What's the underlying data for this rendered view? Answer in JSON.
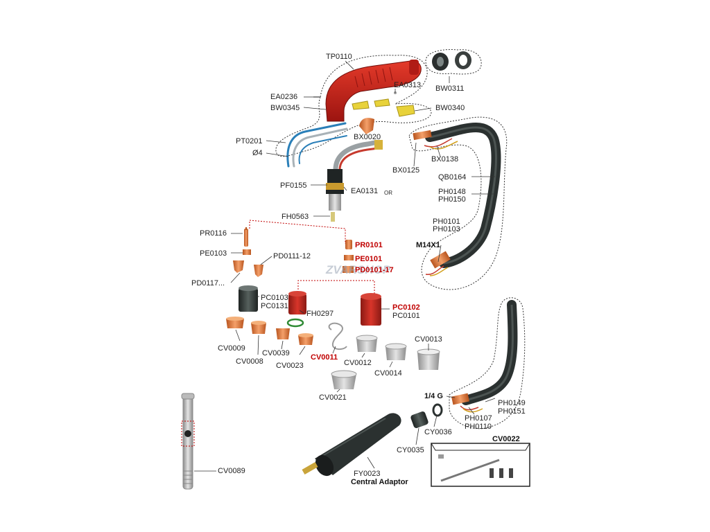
{
  "labels": {
    "tp0110": "TP0110",
    "ea0236": "EA0236",
    "bw0345": "BW0345",
    "ea0313": "EA0313",
    "bw0311": "BW0311",
    "bw0340": "BW0340",
    "pt0201": "PT0201",
    "d4": "Ø4",
    "bx0020": "BX0020",
    "bx0125": "BX0125",
    "bx0138": "BX0138",
    "qb0164": "QB0164",
    "ph0148": "PH0148",
    "ph0150": "PH0150",
    "pf0155": "PF0155",
    "ea0131": "EA0131",
    "ea0131_or": "OR",
    "fh0563": "FH0563",
    "pr0116": "PR0116",
    "pe0103": "PE0103",
    "pd0111": "PD0111-12",
    "pd0117": "PD0117...",
    "pr0101": "PR0101",
    "pe0101": "PE0101",
    "pd0101": "PD0101-17",
    "ph0101": "PH0101",
    "ph0103": "PH0103",
    "m14x1": "M14X1",
    "pc0103": "PC0103",
    "pc0131": "PC0131",
    "fh0297": "FH0297",
    "pc0102": "PC0102",
    "pc0101": "PC0101",
    "cv0009": "CV0009",
    "cv0008": "CV0008",
    "cv0039": "CV0039",
    "cv0023": "CV0023",
    "cv0011": "CV0011",
    "cv0012": "CV0012",
    "cv0014": "CV0014",
    "cv0013": "CV0013",
    "cv0021": "CV0021",
    "g14": "1/4 G",
    "ph0149": "PH0149",
    "ph0151": "PH0151",
    "ph0107": "PH0107",
    "ph0110": "PH0110",
    "cy0036": "CY0036",
    "cy0035": "CY0035",
    "cv0022": "CV0022",
    "cv0089": "CV0089",
    "fy0023": "FY0023",
    "central_adaptor": "Central Adaptor"
  },
  "watermark": "ZVARSHOP",
  "colors": {
    "handle_red": "#c8201c",
    "copper": "#e07a3a",
    "yellow_part": "#e8d23a",
    "hose_dark": "#2b3130",
    "callout_red": "#c00000",
    "dotted": "#333333"
  }
}
